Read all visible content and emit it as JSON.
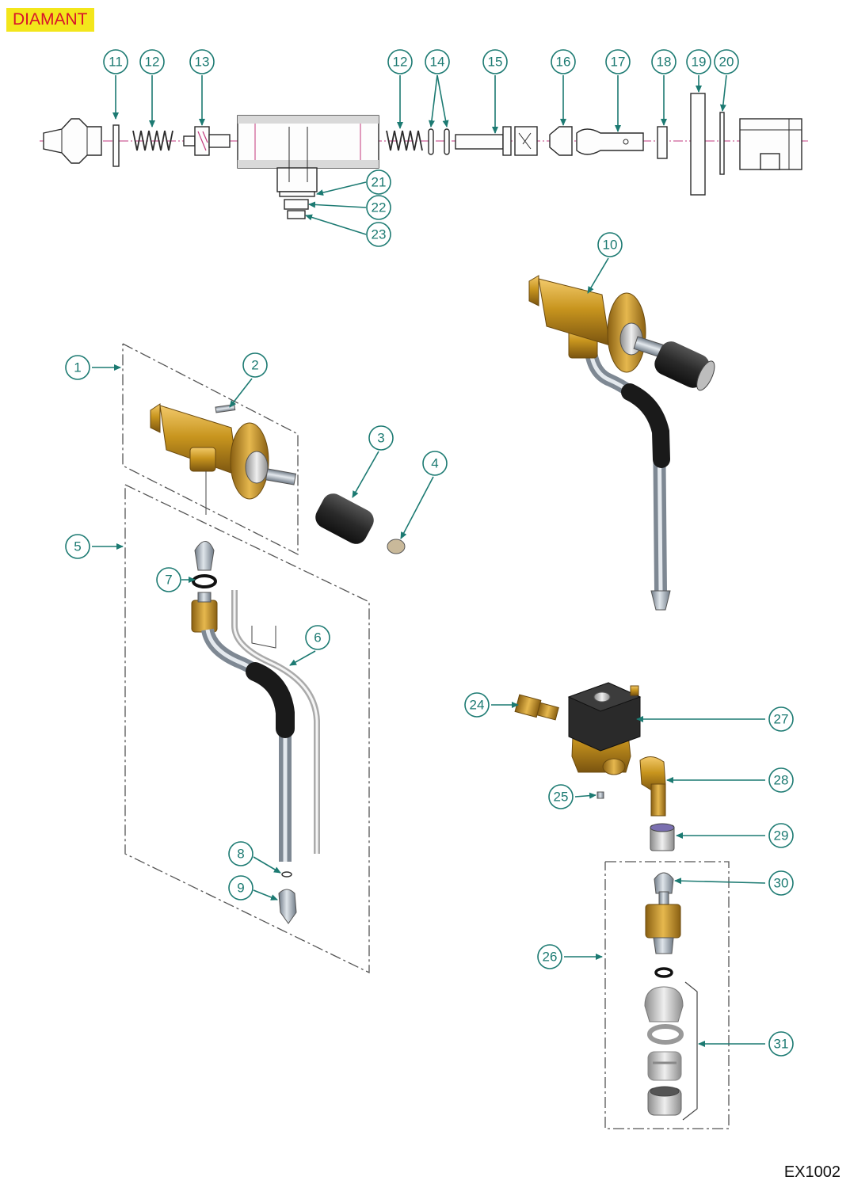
{
  "header": {
    "brand": "DIAMANT"
  },
  "footer": {
    "code": "EX1002"
  },
  "colors": {
    "callout": "#1c7a72",
    "brass": "#c8951e",
    "brand_bg": "#f3e61b",
    "brand_text": "#d8122a"
  },
  "callouts": {
    "c1": "1",
    "c2": "2",
    "c3": "3",
    "c4": "4",
    "c5": "5",
    "c6": "6",
    "c7": "7",
    "c8": "8",
    "c9": "9",
    "c10": "10",
    "c11": "11",
    "c12a": "12",
    "c12b": "12",
    "c13": "13",
    "c14": "14",
    "c15": "15",
    "c16": "16",
    "c17": "17",
    "c18": "18",
    "c19": "19",
    "c20": "20",
    "c21": "21",
    "c22": "22",
    "c23": "23",
    "c24": "24",
    "c25": "25",
    "c26": "26",
    "c27": "27",
    "c28": "28",
    "c29": "29",
    "c30": "30",
    "c31": "31"
  }
}
